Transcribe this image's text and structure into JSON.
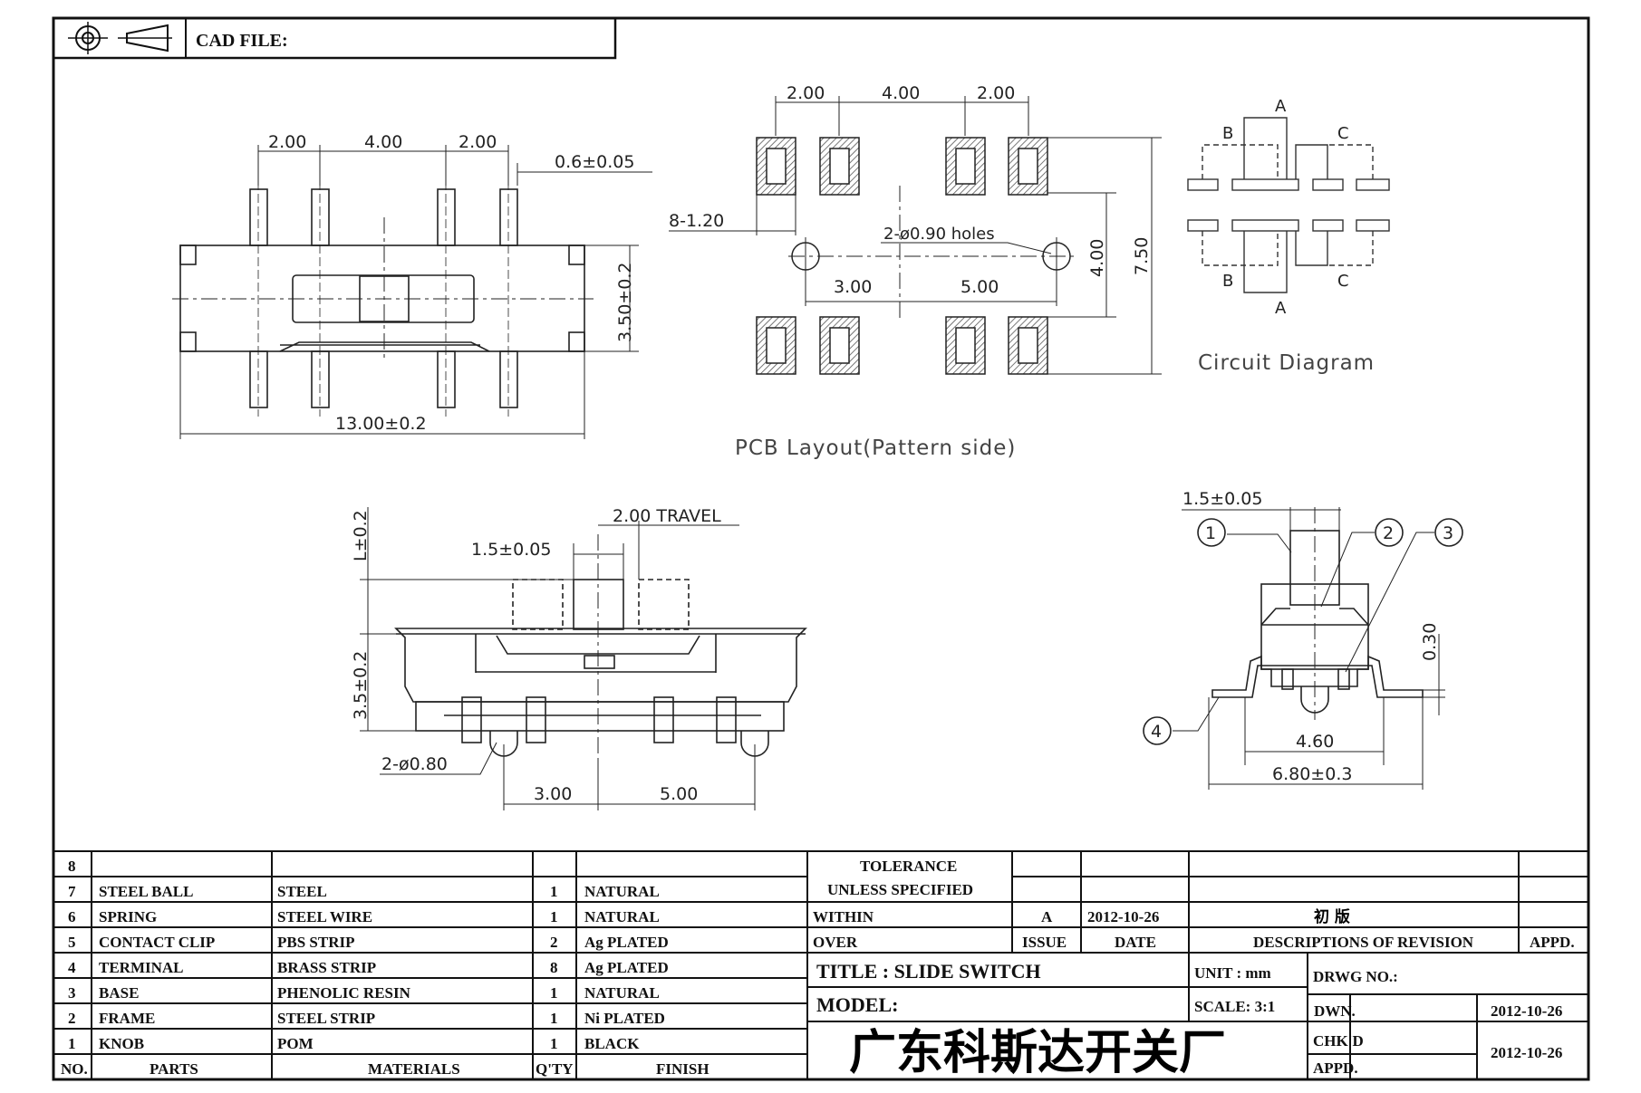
{
  "header": {
    "cad_file_label": "CAD FILE:",
    "symbols": [
      "projection-target-icon",
      "projection-cone-icon"
    ]
  },
  "top_view": {
    "dims": {
      "pitch_a": "2.00",
      "pitch_b": "4.00",
      "pitch_c": "2.00",
      "pin_width": "0.6±0.05",
      "height": "3.50±0.2",
      "length": "13.00±0.2"
    }
  },
  "pcb_layout": {
    "caption": "PCB Layout(Pattern side)",
    "dims": {
      "pitch_a": "2.00",
      "pitch_b": "4.00",
      "pitch_c": "2.00",
      "pads": "8-1.20",
      "holes": "2-ø0.90  holes",
      "hole_x1": "3.00",
      "hole_x2": "5.00",
      "row_gap": "4.00",
      "total": "7.50"
    }
  },
  "circuit": {
    "caption": "Circuit  Diagram",
    "labels": [
      "A",
      "B",
      "C",
      "B",
      "C",
      "A"
    ]
  },
  "side_view": {
    "dims": {
      "travel": "2.00  TRAVEL",
      "knob": "1.5±0.05",
      "knob_h": "L±0.2",
      "body_h": "3.5±0.2",
      "posts": "2-ø0.80",
      "x1": "3.00",
      "x2": "5.00"
    }
  },
  "end_view": {
    "dims": {
      "knob": "1.5±0.05",
      "thick": "0.30",
      "inner": "4.60",
      "outer": "6.80±0.3"
    },
    "callouts": [
      "1",
      "2",
      "3",
      "4"
    ]
  },
  "bom": {
    "rows": [
      {
        "no": "8",
        "part": "",
        "material": "",
        "qty": "",
        "finish": ""
      },
      {
        "no": "7",
        "part": "STEEL BALL",
        "material": "STEEL",
        "qty": "1",
        "finish": "NATURAL"
      },
      {
        "no": "6",
        "part": "SPRING",
        "material": "STEEL WIRE",
        "qty": "1",
        "finish": "NATURAL"
      },
      {
        "no": "5",
        "part": "CONTACT CLIP",
        "material": "PBS STRIP",
        "qty": "2",
        "finish": "Ag PLATED"
      },
      {
        "no": "4",
        "part": "TERMINAL",
        "material": "BRASS STRIP",
        "qty": "8",
        "finish": "Ag PLATED"
      },
      {
        "no": "3",
        "part": "BASE",
        "material": "PHENOLIC RESIN",
        "qty": "1",
        "finish": "NATURAL"
      },
      {
        "no": "2",
        "part": "FRAME",
        "material": "STEEL STRIP",
        "qty": "1",
        "finish": "Ni PLATED"
      },
      {
        "no": "1",
        "part": "KNOB",
        "material": "POM",
        "qty": "1",
        "finish": "BLACK"
      }
    ],
    "header": {
      "no": "NO.",
      "part": "PARTS",
      "material": "MATERIALS",
      "qty": "Q'TY",
      "finish": "FINISH"
    }
  },
  "title_block": {
    "tolerance_1": "TOLERANCE",
    "tolerance_2": "UNLESS   SPECIFIED",
    "within": "WITHIN",
    "over": "OVER",
    "issue_value": "A",
    "date_value": "2012-10-26",
    "revision_value": "初  版",
    "issue_label": "ISSUE",
    "date_label": "DATE",
    "desc_label": "DESCRIPTIONS  OF  REVISION",
    "appd_label": "APPD.",
    "title": "TITLE :  SLIDE  SWITCH",
    "unit": "UNIT :   mm",
    "drwg": "DRWG  NO.:",
    "model": "MODEL:",
    "scale": "SCALE:  3:1",
    "dwn_label": "DWN.",
    "dwn_date": "2012-10-26",
    "chk_label": "CHK'D",
    "chk_date": "2012-10-26",
    "appd2_label": "APPD.",
    "company": "广东科斯达开关厂"
  }
}
